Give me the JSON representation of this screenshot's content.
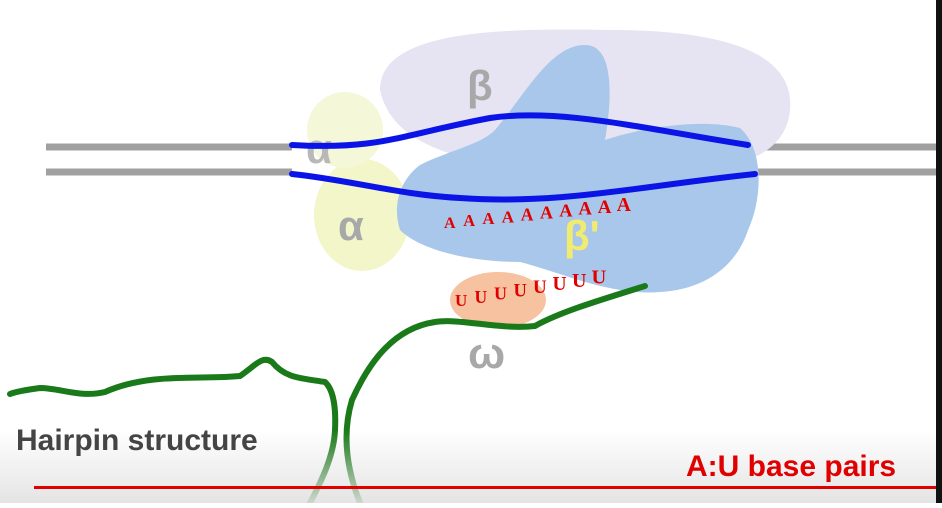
{
  "subunits": {
    "alpha_top": "α",
    "alpha_bottom": "α",
    "beta": "β",
    "beta_prime": "β'",
    "omega": "ω"
  },
  "rna_dna_hybrid": {
    "dna_bases": [
      "A",
      "A",
      "A",
      "A",
      "A",
      "A",
      "A",
      "A",
      "A",
      "A"
    ],
    "rna_bases": [
      "U",
      "U",
      "U",
      "U",
      "U",
      "U",
      "U",
      "U"
    ]
  },
  "captions": {
    "hairpin": "Hairpin structure",
    "base_pairs": "A:U base pairs"
  },
  "colors": {
    "dna_template": "#0a14e6",
    "rna_transcript": "#1a7a1a",
    "base_letters": "#e00000",
    "caption_red": "#e00000",
    "duplex_gray": "#a0a0a0",
    "polymerase_blue": "#a9c7ea",
    "beta_lavender": "#e6e3f2",
    "alpha_yellow": "#f2f6c8",
    "omega_orange": "#f6c2a0"
  }
}
